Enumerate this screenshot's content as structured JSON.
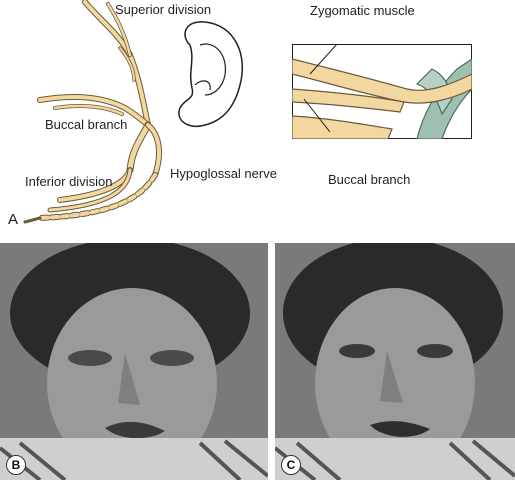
{
  "panel_a": {
    "letter": "A",
    "labels": {
      "superior_division": "Superior division",
      "buccal_branch": "Buccal branch",
      "inferior_division": "Inferior division",
      "hypoglossal_nerve": "Hypoglossal nerve"
    }
  },
  "inset": {
    "labels": {
      "zygomatic_muscle": "Zygomatic muscle",
      "buccal_branch": "Buccal branch"
    }
  },
  "photos": {
    "b": {
      "letter": "B"
    },
    "c": {
      "letter": "C"
    }
  },
  "colors": {
    "nerve": "#f2d7a0",
    "nerve_outline": "#6b5a3a",
    "muscle": "#9fbfb0",
    "muscle_outline": "#4d6b5c"
  }
}
